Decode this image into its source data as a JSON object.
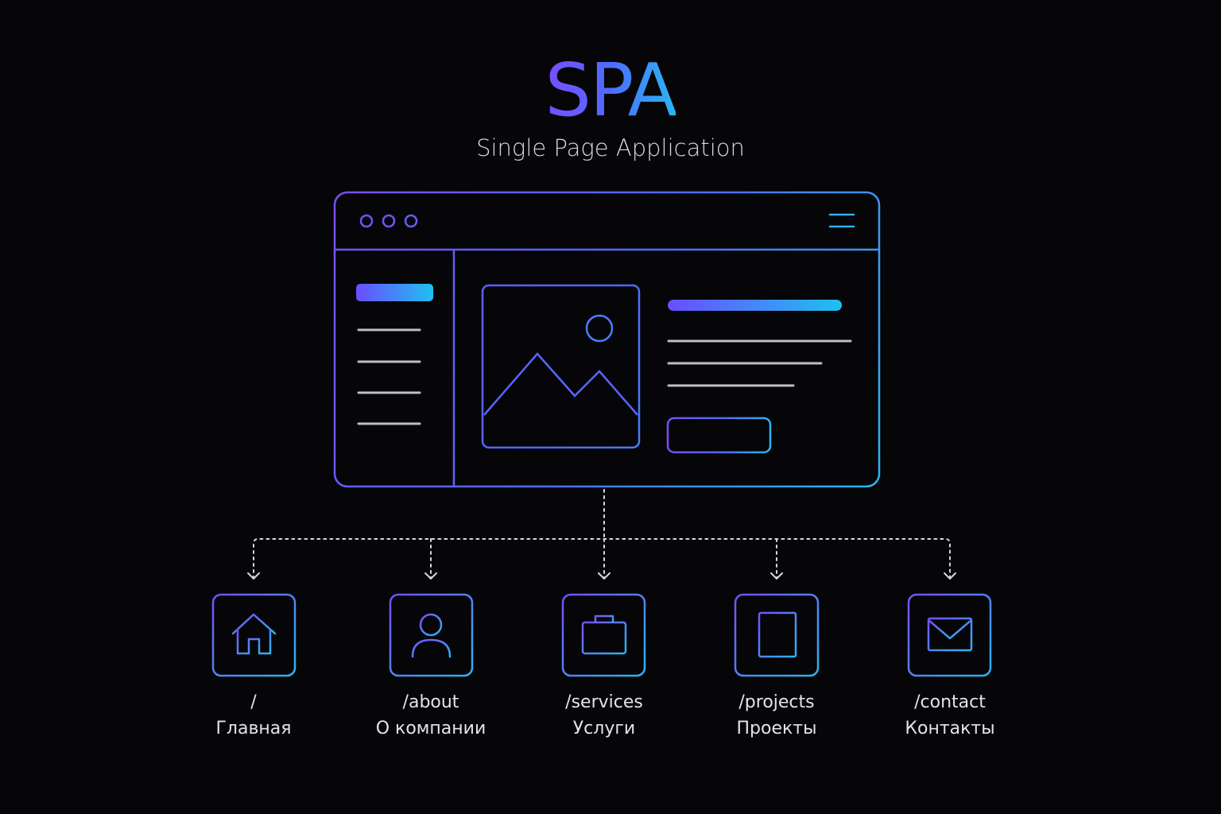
{
  "header": {
    "title": "SPA",
    "subtitle": "Single Page Application"
  },
  "routes": [
    {
      "path": "/",
      "label": "Главная",
      "icon": "home-icon"
    },
    {
      "path": "/about",
      "label": "О компании",
      "icon": "user-icon"
    },
    {
      "path": "/services",
      "label": "Услуги",
      "icon": "briefcase-icon"
    },
    {
      "path": "/projects",
      "label": "Проекты",
      "icon": "document-icon"
    },
    {
      "path": "/contact",
      "label": "Контакты",
      "icon": "mail-icon"
    }
  ],
  "colors": {
    "background": "#060608",
    "gradient_start": "#7a4dff",
    "gradient_mid": "#4f6bff",
    "gradient_end": "#29b6f0",
    "line_gray": "#bdbdc4"
  }
}
